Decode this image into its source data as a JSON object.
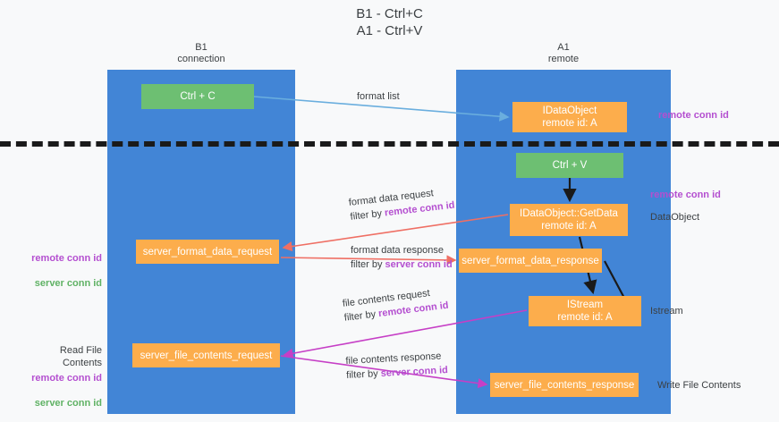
{
  "title": "B1 - Ctrl+C\nA1 - Ctrl+V",
  "columns": {
    "left": {
      "label": "B1\nconnection",
      "color": "#4285d6"
    },
    "right": {
      "label": "A1\nremote",
      "color": "#4285d6"
    }
  },
  "colors": {
    "lane": "#4285d6",
    "green_node": "#6dbf72",
    "orange_node": "#fcad4c",
    "remote_conn_id": "#b44fd0",
    "server_conn_id": "#60b265",
    "arrow_blue": "#6aaede",
    "arrow_red": "#ef6f64",
    "arrow_magenta": "#c63fc6",
    "arrow_black": "#1a1a1a",
    "divider": "#1a1a1a",
    "background": "#f8f9fa"
  },
  "nodes": {
    "ctrl_c": "Ctrl + C",
    "idataobject": "IDataObject\nremote id: A",
    "ctrl_v": "Ctrl + V",
    "getdata": "IDataObject::GetData\nremote id: A",
    "server_format_data_request": "server_format_data_request",
    "server_format_data_response": "server_format_data_response",
    "istream": "IStream\nremote id: A",
    "server_file_contents_request": "server_file_contents_request",
    "server_file_contents_response": "server_file_contents_response"
  },
  "edge_labels": {
    "format_list": "format list",
    "format_data_request": "format data request",
    "format_data_request_filter_prefix": "filter by ",
    "format_data_request_filter_value": "remote conn id",
    "format_data_response": "format data response",
    "format_data_response_filter_prefix": "filter by ",
    "format_data_response_filter_value": "server conn id",
    "file_contents_request": "file contents request",
    "file_contents_request_filter_prefix": "filter by ",
    "file_contents_request_filter_value": "remote conn id",
    "file_contents_response": "file contents response",
    "file_contents_response_filter_prefix": "filter by ",
    "file_contents_response_filter_value": "server conn id"
  },
  "side_notes": {
    "right_remote_conn_id_top": "remote conn id",
    "right_remote_conn_id_mid": "remote conn id",
    "right_dataobject": "DataObject",
    "right_istream": "Istream",
    "right_write_file_contents": "Write File Contents",
    "left_remote_conn_id": "remote conn id",
    "left_server_conn_id": "server conn id",
    "left_read_file_contents": "Read File Contents",
    "left_remote_conn_id_2": "remote conn id",
    "left_server_conn_id_2": "server conn id"
  }
}
